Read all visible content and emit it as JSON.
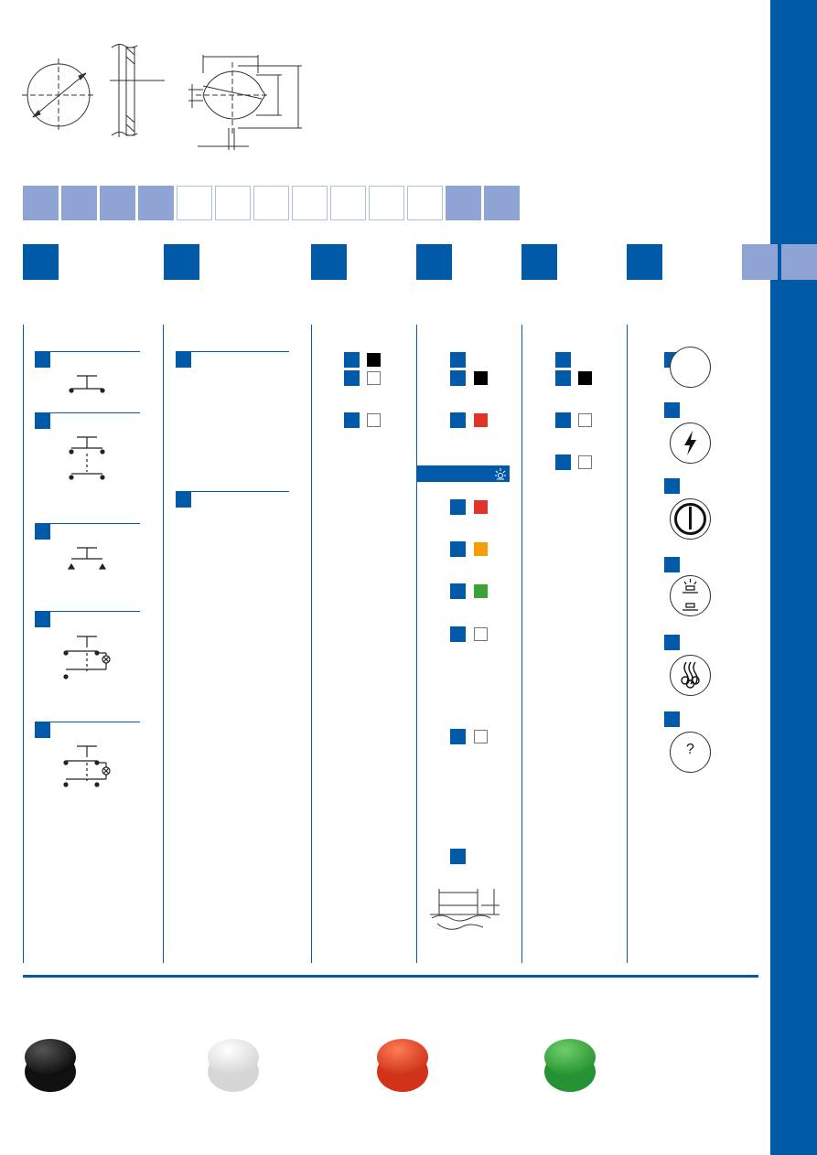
{
  "colors": {
    "brand": "#005aa7",
    "code_fill": "#8fa4d4",
    "swatch_black": "#000000",
    "swatch_white": "#ffffff",
    "swatch_red": "#e03428",
    "swatch_orange": "#f59e0a",
    "swatch_green": "#39a335"
  },
  "code_strip": {
    "cells": [
      "filled",
      "filled",
      "filled",
      "filled",
      "empty",
      "empty",
      "empty",
      "empty",
      "empty",
      "empty",
      "empty",
      "filled",
      "filled"
    ]
  },
  "columns": {
    "contact_blocks": {
      "entries": [
        "schematic-nc-single",
        "schematic-double",
        "schematic-triangle",
        "schematic-lamp-single",
        "schematic-lamp-double"
      ]
    },
    "options": {
      "entries": 2
    },
    "col3": {
      "swatches": [
        "black",
        "white",
        "white"
      ]
    },
    "col4": {
      "swatches_top": [
        "none",
        "black",
        "red"
      ],
      "illuminated_icon": "light-burst-icon",
      "swatches_bottom": [
        "red",
        "orange",
        "green",
        "white",
        "white"
      ]
    },
    "col5": {
      "swatches": [
        "none",
        "black",
        "white",
        "white"
      ]
    },
    "symbols": {
      "icons": [
        "blank-circle-icon",
        "lightning-bolt-icon",
        "power-on-off-icon",
        "warning-light-icon",
        "fan-symbol-icon",
        "question-mark-icon"
      ],
      "question_text": "?"
    }
  },
  "caps": {
    "icons": [
      "black-cap-icon",
      "white-cap-icon",
      "red-cap-icon",
      "green-cap-icon"
    ]
  }
}
